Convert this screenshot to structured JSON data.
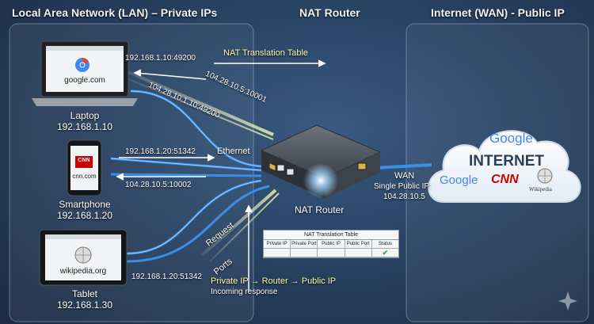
{
  "headers": {
    "lan": "Local Area Network (LAN) – Private IPs",
    "router": "NAT Router",
    "wan": "Internet (WAN) - Public IP"
  },
  "devices": {
    "laptop": {
      "name": "Laptop",
      "ip": "192.168.1.10",
      "screen": "google.com"
    },
    "phone": {
      "name": "Smartphone",
      "ip": "192.168.1.20",
      "screen": "cnn.com",
      "logo": "CNN"
    },
    "tablet": {
      "name": "Tablet",
      "ip": "192.168.1.30",
      "screen": "wikipedia.org"
    }
  },
  "flows": {
    "laptop_out": "192.168.1.10:49200",
    "laptop_wan": "104.28.10.5:10001",
    "laptop_in": "104.28.10.1.10:49200",
    "phone_out": "192.168.1.20:51342",
    "phone_in": "104.28.10.5:10002",
    "tablet_in": "192.168.1.20:51342"
  },
  "labels": {
    "nat_table_arrow": "NAT Translation Table",
    "ethernet": "Ethernet",
    "router": "NAT Router",
    "request": "Request",
    "ports": "Ports",
    "wan": "WAN",
    "single_ip_label": "Single Public IP:",
    "single_ip": "104.28.10.5",
    "path": "Private IP → Router → Public IP",
    "incoming": "Incoming response"
  },
  "nat_table": {
    "title": "NAT Translation Table",
    "columns": [
      "Private IP",
      "Private Port",
      "Public IP",
      "Public Port",
      "Status"
    ]
  },
  "internet": {
    "title": "INTERNET",
    "google": "Google",
    "cnn": "CNN",
    "wiki": "Wikipedia"
  },
  "colors": {
    "cable": "#3a8ee6",
    "highlight": "#f3fbb0",
    "router_led": "#9fd4ff",
    "cloud": "#ffffff"
  }
}
